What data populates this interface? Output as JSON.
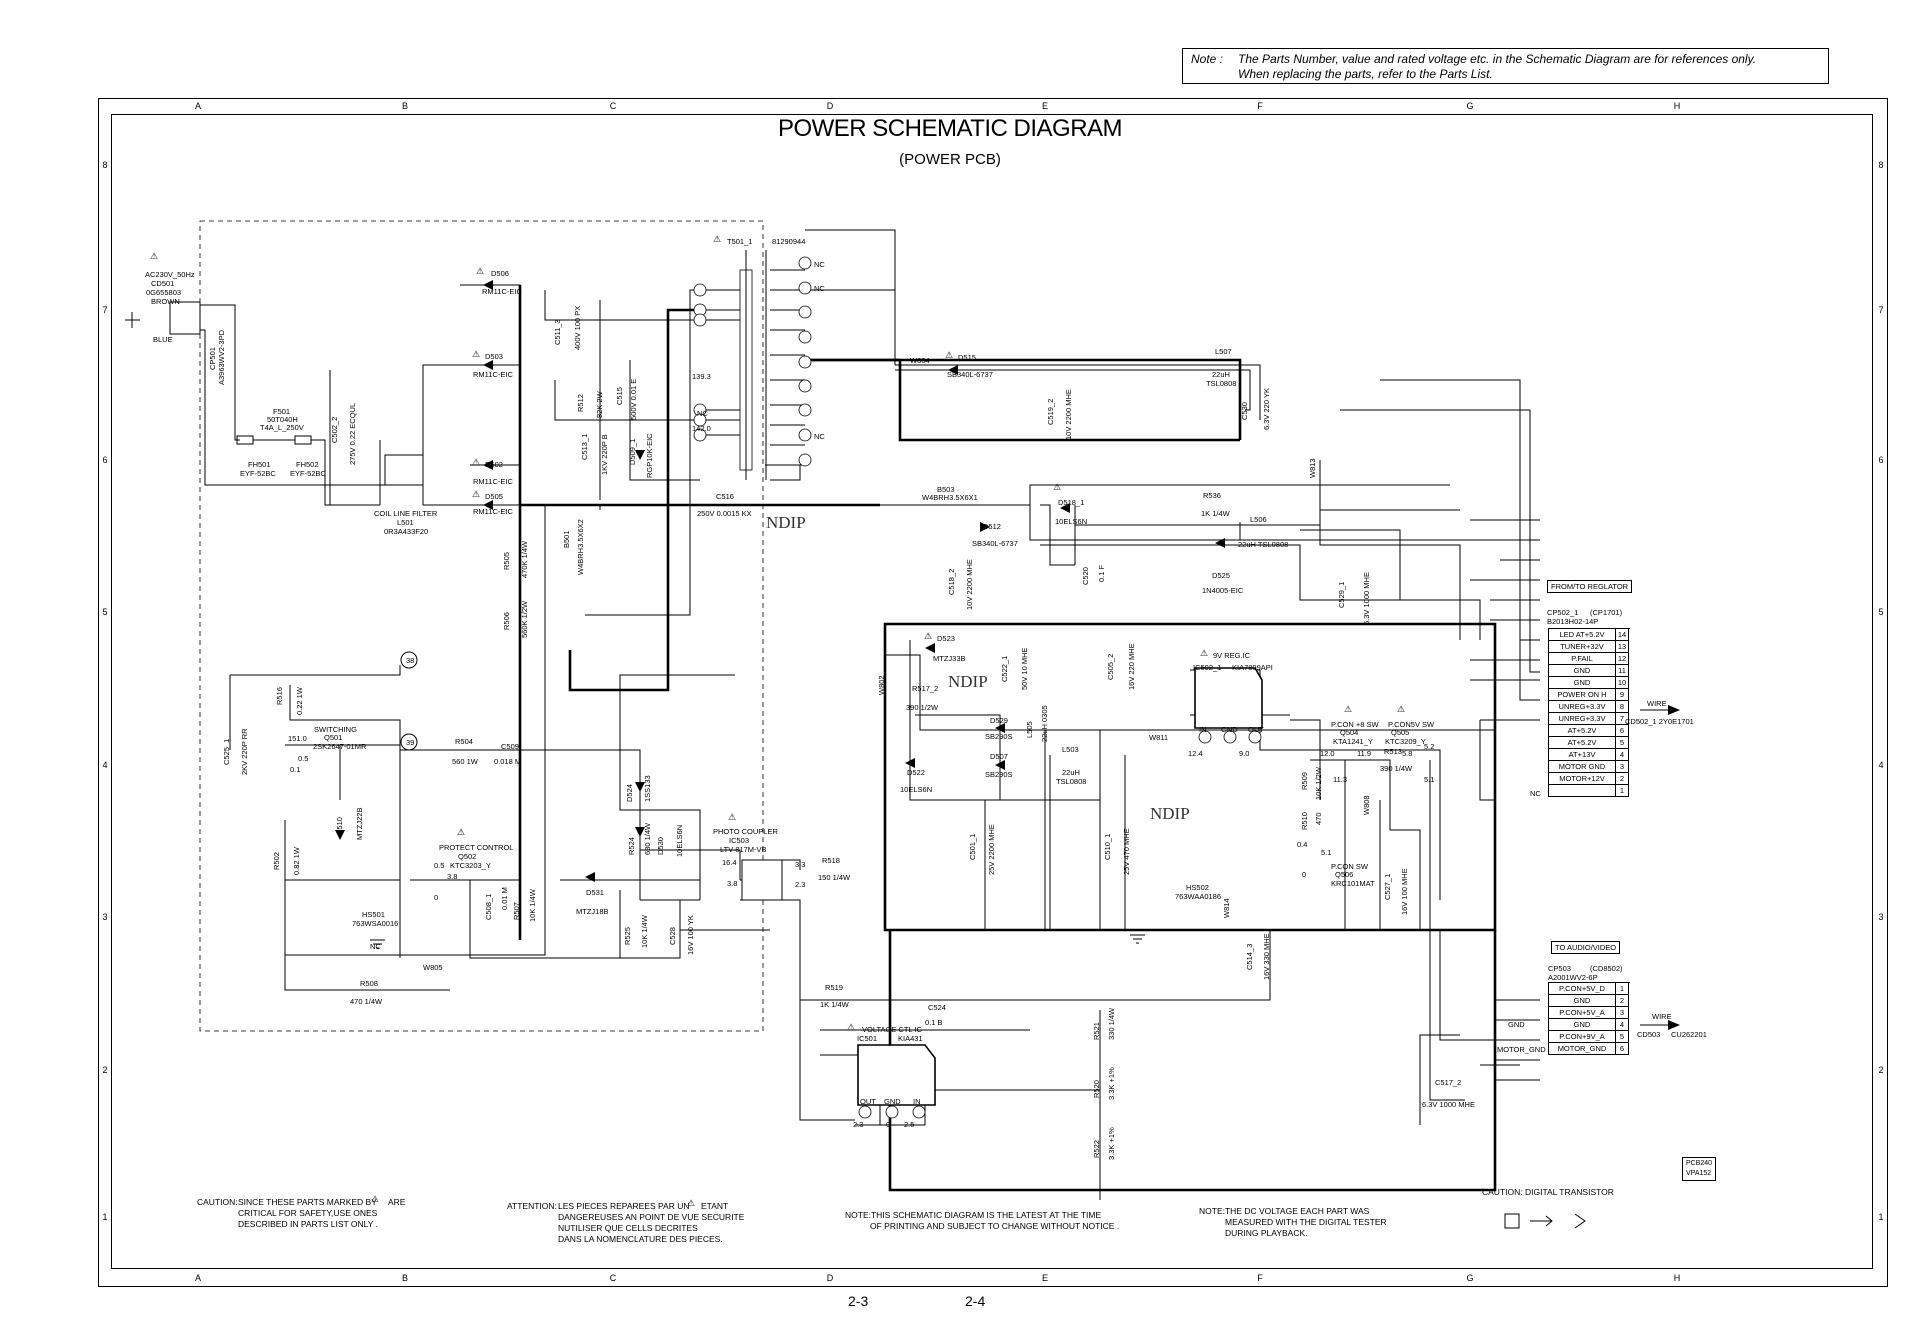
{
  "note": {
    "label": "Note :",
    "line1": "The Parts Number, value and rated voltage etc. in the Schematic Diagram are for references only.",
    "line2": "When replacing the parts, refer to the Parts List."
  },
  "columns": [
    "A",
    "B",
    "C",
    "D",
    "E",
    "F",
    "G",
    "H"
  ],
  "rows": [
    "8",
    "7",
    "6",
    "5",
    "4",
    "3",
    "2",
    "1"
  ],
  "title": "POWER SCHEMATIC DIAGRAM",
  "subtitle": "(POWER PCB)",
  "ndip": "NDIP",
  "labels": {
    "ac_in": "AC230V_50Hz",
    "cd501": "CD501",
    "cd501_pn": "0G655803",
    "brown": "BROWN",
    "blue": "BLUE",
    "cp501": "CP501",
    "cp501_pn": "A3963WV2-3PD",
    "f501": "F501",
    "f501_pn": "50T040H",
    "f501_val": "T4A_L_250V",
    "fh501": "FH501",
    "fh501_pn": "EYF-52BC",
    "fh502": "FH502",
    "fh502_pn": "EYF-52BC",
    "c502": "C502_2",
    "c502_val": "275V  0.22  ECQUL",
    "coil_filter": "COIL LINE FILTER",
    "l501": "L501",
    "l501_pn": "0R3A433F20",
    "d506": "D506",
    "d506_pn": "RM11C-EIC",
    "d503": "D503",
    "d503_pn": "RM11C-EIC",
    "d502": "D502",
    "d502_pn": "RM11C-EIC",
    "d505": "D505",
    "d505_pn": "RM11C-EIC",
    "c511": "C511_3",
    "c511_val": "400V  100  PX",
    "r512": "R512",
    "r512_val": "82K  2W",
    "c515": "C515",
    "c515_val": "500V  0.01  E",
    "c513": "C513_1",
    "c513_val": "1KV  220P  B",
    "d509": "D509_1",
    "d509_pn": "RGP10K-EIC",
    "b501": "B501",
    "b501_pn": "W4BRH3.5X6X2",
    "r505": "R505",
    "r505_val": "470K  1/4W",
    "r506": "R506",
    "r506_val": "560K  1/2W",
    "t501": "T501_1",
    "t501_pn": "81290944",
    "c516": "C516",
    "c516_val": "250V  0.0015   KX",
    "v139": "139.3",
    "v142": "142.0",
    "nc": "NC",
    "w804": "W804",
    "d515": "D515",
    "d515_pn": "SB340L-6737",
    "l507": "L507",
    "l507_val": "22uH",
    "l507_pn": "TSL0808",
    "c519": "C519_2",
    "c519_val": "10V  2200  MHE",
    "c530": "C530",
    "c530_val": "6.3V  220  YK",
    "w813": "W813",
    "b503": "B503",
    "b503_pn": "W4BRH3.5X6X1",
    "d518": "D518_1",
    "d518_pn": "10ELS6N",
    "r536": "R536",
    "r536_val": "1K  1/4W",
    "d512": "D512",
    "d512_pn": "SB340L-6737",
    "l506": "L506",
    "l506_val": "22uH  TSL0808",
    "c518": "C518_2",
    "c518_val": "10V  2200  MHE",
    "c520": "C520",
    "c520_val": "0.1  F",
    "d525": "D525",
    "d525_pn": "1N4005-EIC",
    "c529": "C529_1",
    "c529_val": "6.3V  1000  MHE",
    "d523": "D523",
    "d523_pn": "MTZJ33B",
    "c522": "C522_1",
    "c522_val": "50V  10  MHE",
    "c505": "C505_2",
    "c505_val": "16V  220  MHE",
    "w802": "W802",
    "r517": "R517_2",
    "r517_val": "390   1/2W",
    "d529": "D529",
    "d529_pn": "SB290S",
    "d507": "D507",
    "d507_pn": "SB290S",
    "l505": "L505",
    "l505_val": "22uH  0305",
    "l503": "L503",
    "l503_val": "22uH",
    "l503_pn": "TSL0808",
    "d522": "D522",
    "d522_pn": "10ELS6N",
    "reg_title": "9V REG.IC",
    "ic502": "IC502_1",
    "ic502_pn": "KIA7809API",
    "pin_in": "IN",
    "pin_gnd": "GND",
    "pin_out": "OUT",
    "v124": "12.4",
    "v90": "9.0",
    "w811": "W811",
    "pcon8": "P.CON +8 SW",
    "q504": "Q504",
    "q504_pn": "KTA1241_Y",
    "pcon5": "P.CON5V SW",
    "q505": "Q505",
    "q505_pn": "KTC3209_Y",
    "r513": "R513",
    "r513_val": "390  1/4W",
    "v120": "12.0",
    "v119": "11.9",
    "v58": "5.8",
    "v52": "5.2",
    "v113": "11.3",
    "v51": "5.1",
    "v04": "0.4",
    "v51b": "5.1",
    "v0": "0",
    "r509": "R509",
    "r509_val": "10K  1/2W",
    "r510": "R510",
    "r510_val": "470",
    "w808": "W808",
    "pcon_sw": "P.CON SW",
    "q506": "Q506",
    "q506_pn": "KRC101MAT",
    "c527": "C527_1",
    "c527_val": "16V  100  MHE",
    "c501": "C501_1",
    "c501_val": "25V  2200  MHE",
    "c510": "C510_1",
    "c510_val": "25V  470  MHE",
    "hs502": "HS502",
    "hs502_pn": "763WAA0186",
    "w814": "W814",
    "c514": "C514_3",
    "c514_val": "16V  330  MHE",
    "r516": "R516",
    "r516_val": "0.22  1W",
    "switching": "SWITCHING",
    "q501": "Q501",
    "q501_pn": "2SK2647-01MR",
    "c525": "C525_1",
    "c525_val": "2KV  220P  RR",
    "v151": "151.0",
    "v05": "0.5",
    "v01": "0.1",
    "r504": "R504",
    "r504_val": "560  1W",
    "c509": "C509",
    "c509_val": "0.018   M",
    "d510": "D510",
    "d510_pn": "MTZJ22B",
    "r502": "R502",
    "r502_val": "0.82  1W",
    "protect": "PROTECT CONTROL",
    "q502": "Q502",
    "q502_pn": "KTC3203_Y",
    "v05b": "0.5",
    "v38": "3.8",
    "v0b": "0",
    "c508": "C508_1",
    "c508_val": "0.01  M",
    "r507": "R507",
    "r507_val": "10K  1/4W",
    "hs501": "HS501",
    "hs501_pn": "763WSA0016",
    "nc2": "NC",
    "w805": "W805",
    "r508": "R508",
    "r508_val": "470  1/4W",
    "d524": "D524",
    "d524_pn": "1SS133",
    "r524": "R524",
    "r524_val": "680  1/4W",
    "d530": "D530",
    "d530_pn": "10ELS6N",
    "d531": "D531",
    "d531_pn": "MTZJ18B",
    "r525": "R525",
    "r525_val": "10K  1/4W",
    "c528": "C528",
    "c528_val": "16V  100  YK",
    "photo": "PHOTO COUPLER",
    "ic503": "IC503",
    "ic503_pn": "LTV-817M-VB",
    "v164": "16.4",
    "v33": "3.3",
    "v38b": "3.8",
    "v23": "2.3",
    "r518": "R518",
    "r518_val": "150   1/4W",
    "r519": "R519",
    "r519_val": "1K   1/4W",
    "c524": "C524",
    "c524_val": "0.1   B",
    "vctl": "VOLTAGE CTL IC",
    "ic501": "IC501",
    "ic501_pn": "KIA431",
    "v23b": "2.3",
    "v0c": "0",
    "v25": "2.5",
    "r521": "R521",
    "r521_val": "330  1/4W",
    "r520": "R520",
    "r520_val": "3.3K  +1%",
    "r522": "R522",
    "r522_val": "3.3K  +1%",
    "c517": "C517_2",
    "c517_val": "6.3V   1000   MHE",
    "gnd": "GND",
    "motor_gnd": "MOTOR_GND",
    "n38": "38",
    "n39": "39"
  },
  "conn_regulator": {
    "title": "FROM/TO REGLATOR",
    "part": "CP502_1",
    "part2": "(CP1701)",
    "pn": "B2013H02-14P",
    "wire": "WIRE",
    "dest": "CD502_1   2Y0E1701",
    "pins": [
      {
        "name": "LED AT+5.2V",
        "no": "14"
      },
      {
        "name": "TUNER+32V",
        "no": "13"
      },
      {
        "name": "P.FAIL",
        "no": "12"
      },
      {
        "name": "GND",
        "no": "11"
      },
      {
        "name": "GND",
        "no": "10"
      },
      {
        "name": "POWER ON H",
        "no": "9"
      },
      {
        "name": "UNREG+3.3V",
        "no": "8"
      },
      {
        "name": "UNREG+3.3V",
        "no": "7"
      },
      {
        "name": "AT+5.2V",
        "no": "6"
      },
      {
        "name": "AT+5.2V",
        "no": "5"
      },
      {
        "name": "AT+13V",
        "no": "4"
      },
      {
        "name": "MOTOR GND",
        "no": "3"
      },
      {
        "name": "MOTOR+12V",
        "no": "2"
      },
      {
        "name": "",
        "no": "1"
      }
    ],
    "nc": "NC"
  },
  "conn_audio": {
    "title": "TO AUDIO/VIDEO",
    "part": "CP503",
    "part2": "(CD8502)",
    "pn": "A2001WV2-6P",
    "wire": "WIRE",
    "dest_a": "CD503",
    "dest_b": "CU262201",
    "pins": [
      {
        "name": "P.CON+5V_D",
        "no": "1"
      },
      {
        "name": "GND",
        "no": "2"
      },
      {
        "name": "P.CON+5V_A",
        "no": "3"
      },
      {
        "name": "GND",
        "no": "4"
      },
      {
        "name": "P.CON+9V_A",
        "no": "5"
      },
      {
        "name": "MOTOR_GND",
        "no": "6"
      }
    ]
  },
  "pcb_tag": {
    "a": "PCB240",
    "b": "VPA152"
  },
  "footer": {
    "caution_lbl": "CAUTION:",
    "caution1": "SINCE THESE PARTS MARKED BY",
    "caution1b": "ARE",
    "caution2": "CRITICAL FOR SAFETY,USE ONES",
    "caution3": "DESCRIBED IN PARTS LIST ONLY .",
    "attention_lbl": "ATTENTION:",
    "att1": "LES PIECES REPAREES PAR UN",
    "att1b": "ETANT",
    "att2": "DANGEREUSES AN POINT DE VUE SECURITE",
    "att3": "NUTILISER QUE CELLS DECRITES",
    "att4": "DANS LA NOMENCLATURE DES PIECES.",
    "note1": "NOTE:THIS SCHEMATIC DIAGRAM IS THE LATEST AT THE TIME",
    "note1b": "OF PRINTING AND SUBJECT TO CHANGE WITHOUT NOTICE .",
    "note2": "NOTE:THE DC VOLTAGE EACH PART WAS",
    "note2b": "MEASURED WITH THE DIGITAL TESTER",
    "note2c": "DURING PLAYBACK.",
    "caution_dt": "CAUTION: DIGITAL TRANSISTOR"
  },
  "pages": {
    "left": "2-3",
    "right": "2-4"
  }
}
